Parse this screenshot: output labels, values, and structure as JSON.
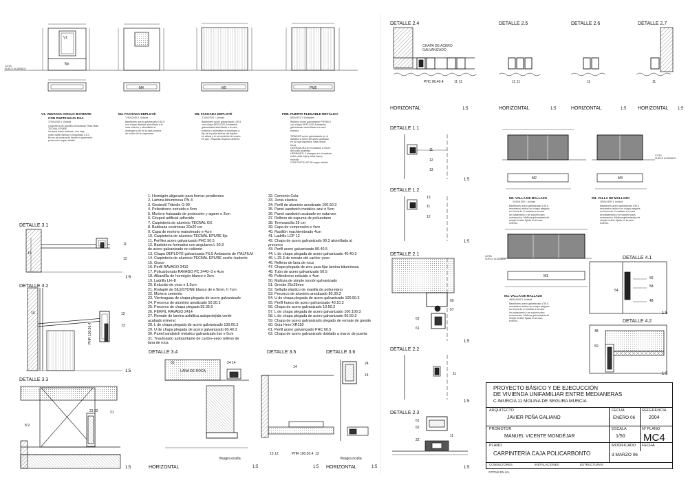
{
  "windows": [
    {
      "title": "V1. VENTANA OSCILO BATIENTE",
      "title2": "CON PARTE BAJA FIJA",
      "size": "1700x2050 1 Unidad",
      "desc": "Carpintería de Aluminio Anodizado Plata Mate\nTECNAL EPURE\nVentana doble batiente, una hoja\nvidrio doble cámara y seguridad 3.6.3\nBruno de protección desde el pavimento\nprotección según detalle",
      "panel": "V1",
      "fixed": "fijo"
    },
    {
      "title": "M4. FACHADA DEPLOYÉ",
      "title2": "",
      "size": "1700x2050 1 Unidad",
      "desc": "Bastidores acero galvanizado L50.5\ncon chapa deployé atornillada a la\ncara exterior y atornillado al\nhormigón y de en la cara exterior\nde fusión de la carpinteria",
      "panel": "M4"
    },
    {
      "title": "M5. FACHADA DEPLOYÉ",
      "title2": "",
      "size": "2700x2700 1 Unidad",
      "desc": "Bastidores acero galvanizado L50.5\ncon chapa DEPLOYE Ambaseta\ngalvanizada atornillada a la cara\nexterior y atornillado al hormigón a\nfijo de la parte interior del forjado\nen altura y el cerramiento de cuarto\nen que ´esquinas respecto anterior",
      "panel": "M5"
    },
    {
      "title": "PM5. PUERTA PLEGABLE METÁLICA",
      "title2": "",
      "size": "800x2970 3 Unidades",
      "desc": "Bastidor acero galvanizado PHS60.5\ncon chapa DEPLOYE Ambaseta\ngalvanizado atornillada a la cara\nexterior.\n\nTIRADOR acero galvanizado en el\nbastidor a 90cm del suelo acabado\nen la hoja izquierda, vista desde\nfuera.\nCERRADURA en el bastidor a 90cm\ndel suelo acabado.\nHERRAJES: 3 bisagras en el bastidor\nentre cada hoja y cada hoja y\nrecibido\nCON PLETIN XP-50 según detalle",
      "panel": "PM5"
    }
  ],
  "cota_label": "COTA\nSUELO ACABADO",
  "legend_left": [
    "1.  Hormigón aligerado para formar pendientes",
    "2.  Lámina bituminosa PN-4",
    "3.  Geotextil Tritexlle G-90",
    "4.  Poliestireno extruido e 5cm",
    "5.  Mortero fratasado de protección y agarre e 3cm",
    "6.  Césped artificial adherido",
    "7.  Carpintería de aluminio TECNAL GX",
    "8.  Baldosas cerámicas 20x20 cm",
    "9.  Capa de mortero maestreado e 4cm",
    "10. Carpintería de aluminio TECNAL EPURE fijo",
    "11. Perfiles acero galvanizado PHC 50.5",
    "12. Bastidores formados con angulares L 50.3",
    "     de acero galvanizado en caliente",
    "13. Chapa DEPLOYÉ galvanizada FILS Ambaseta de ITALFILM",
    "14. Carpintería de aluminio TECNAL EPURE oscilo–batiente",
    "15. Gravo",
    "16. Perfil RAVAGO 2410",
    "17. Policarbonato RAVAGO PC 2440–3 e 4cm",
    "18. Albardilla de hormigón blanco e 3cm",
    "19. Ladrillo LH–8",
    "20. Enlucido de yeso e 1.5cm",
    "21. Rodapié de SILESTONE blanco de e 9mm, h 7cm",
    "22. Mortero cemento",
    "23. Vierteaguas de chapa plegada de acero galvanizado",
    "24. Precerco de aluminio anodizado 50.30.3",
    "25. Precerco de chapa plegada 55.35.5",
    "26. PERFIL RAVAGO 2414",
    "27. Remate de lamina asfaltica autoprotejida verde",
    "     acabado mineral",
    "28. L de chapa plegada de acero galvanizado 100.60.3",
    "29. U de chapa plegada de acero galvanizado 60.40.3",
    "30. Panel sandwich metalico galvanizado liso e 5cm",
    "31. Trasdosado autoportante de cartón–yeso relleno de",
    "     lana de roca"
  ],
  "legend_right": [
    "32. Cemento Cola",
    "33. Junta elastica",
    "34. Perfil de aluminio anodizado 100.60.3",
    "35. Panel sandwich metalico azul e 5cm",
    "36. Panel sandwich acabado en naturvex",
    "37. Relleno de espuma de poliuretano",
    "38. Termoarcilla 29 cm",
    "39. Capa de compresión e 4cm",
    "40. Rasillón machiembrado 4cm",
    "41. Ladrillo LCP 12",
    "42. Chapa de acero galvanizado 90.3 atornillada al",
    "     precerco",
    "43. Perfil acero galvanizado 80.40.5",
    "44. L de chapa plegada de acero galvanizado 40.40.3",
    "45. L 25.3 de remate del cartón–yeso",
    "46. Relleno de lana de roca",
    "47. Chapa plegada de zinc para fijar lamina bituminosa",
    "48. Tubo de acero galvanizado 50.5",
    "49. Poliestireno extruido e 4cm",
    "50. Malloza de simple torsión galvanizado",
    "51. Gresite 25x25mm",
    "52. Sellado elástico de masilla de poliuretano",
    "53. Precerco de aluminio anodizado 80.30.3",
    "54. U de chapa plegada de acero galvanizado 100.50.3",
    "55. Perfil hueco de acero galvanizado 40.10.2",
    "56. Chapa de acero galvanizado 10.50.3",
    "57. L de chapa plegada de acero galvanizado 100.100.3",
    "58. L de chapa plegada de acero galvanizado 60.60.3",
    "59. Chapa de acero galvanizado plegado de remate de gresite",
    "60. Guia Hren XR150",
    "61. Perfil acero galvanizado PHC 60.5",
    "62. Chapa de acero galvanizado doblado a marco de puerta"
  ],
  "details": {
    "d31": "DETALLE 3.1",
    "d32": "DETALLE 3.2",
    "d33": "DETALLE 3.3",
    "d34": "DETALLE 3.4",
    "d35": "DETALLE 3.5",
    "d36": "DETALLE 3.6",
    "d24": "DETALLE 2.4",
    "d25": "DETALLE 2.5",
    "d26": "DETALLE 2.6",
    "d27": "DETALLE 2.7",
    "d11": "DETALLE 1.1",
    "d12": "DETALLE 1.2",
    "d21": "DETALLE 2.1",
    "d22": "DETALLE 2.2",
    "d23": "DETALLE 2.3",
    "d41": "DETALLE 4.1",
    "d42": "DETALLE 4.2"
  },
  "scale": "1:5",
  "horizontal": "HORIZONTAL",
  "annotations": {
    "chapa_acero": "CHAPA DE ACERO\nGALVANIZADO",
    "phc": "PHC 80.40.4",
    "phr_d32": "PHR 100.50.4",
    "phr_d35": "PHR 100.50.4",
    "lana_roca": "LANA DE ROCA",
    "visagra": "Visagra oculta"
  },
  "fences": [
    {
      "title": "M2. VALLA DE MALLAZO",
      "size": "3440x1500 1 Unidad",
      "desc": "Bastidores acero galvanizado L50.5\nrematados arriba con chapa plegada\nen forma de U anclado a la cara\nde palastramo y se soporte para\nnumeración. Malloza galvanizada de\nsimple torsión fijada en la cara\nexterior.",
      "panel": "M2"
    },
    {
      "title": "M3. VALLA DE MALLAZO",
      "size": "2800x1500 1 Unidad",
      "desc": "Bastidores acero galvanizado L50.5\nrematados arriba con chapa plegada\nen forma de U anclado a la cara\nde palastramo y se soporte para\nnumeración. Malloza galvanizada de\nsimple torsión fijada en la cara\nexterior.",
      "panel": "M3"
    },
    {
      "title": "M1. VALLA DE MALLAZO",
      "size": "4800x1500 1 Unidad",
      "desc": "Bastidores acero galvanizado L50.5\nrematados arriba con chapa plegada\nen forma de U anclado a la cara\nde palastramo y se soporte para\nnumeración. Malloza galvanizada de\nsimple torsión fijada en la cara\nexterior.",
      "panel": "M1"
    }
  ],
  "title_block": {
    "project": "PROYECTO BÁSICO Y DE EJECUCCIÓN",
    "project2": "DE VIVIENDA UNIFAMILIAR ENTRE MEDIANERAS",
    "address": "C./MURCIA 11    MOLINA DE SEGURA    MURCIA",
    "arquitecto_lbl": "ARQUITECTO",
    "arquitecto": "JAVIER PEÑA GALIANO",
    "fecha_lbl": "FECHA",
    "fecha": "ENERO 06",
    "ref_lbl": "REFERENCIA",
    "ref": "2004",
    "promotor_lbl": "PROMOTOR",
    "promotor": "MANUEL VICENTE MONDÉJAR",
    "escala_lbl": "ESCALA",
    "escala": "1/50",
    "plano_n_lbl": "Nº PLANO",
    "plano_n": "MC4",
    "plano_lbl": "PLANO",
    "plano": "CARPINTERÍA CAJA POLICARBONTO",
    "mod_lbl": "MODIFICADO",
    "mod": "3 MARZO 06",
    "fecha2_lbl": "FECHA",
    "consultores": "CONSULTORES",
    "instalaciones": "INSTALACIONES",
    "estructuras": "ESTRUCTURAS",
    "cotas": "COTAS EN cm."
  }
}
